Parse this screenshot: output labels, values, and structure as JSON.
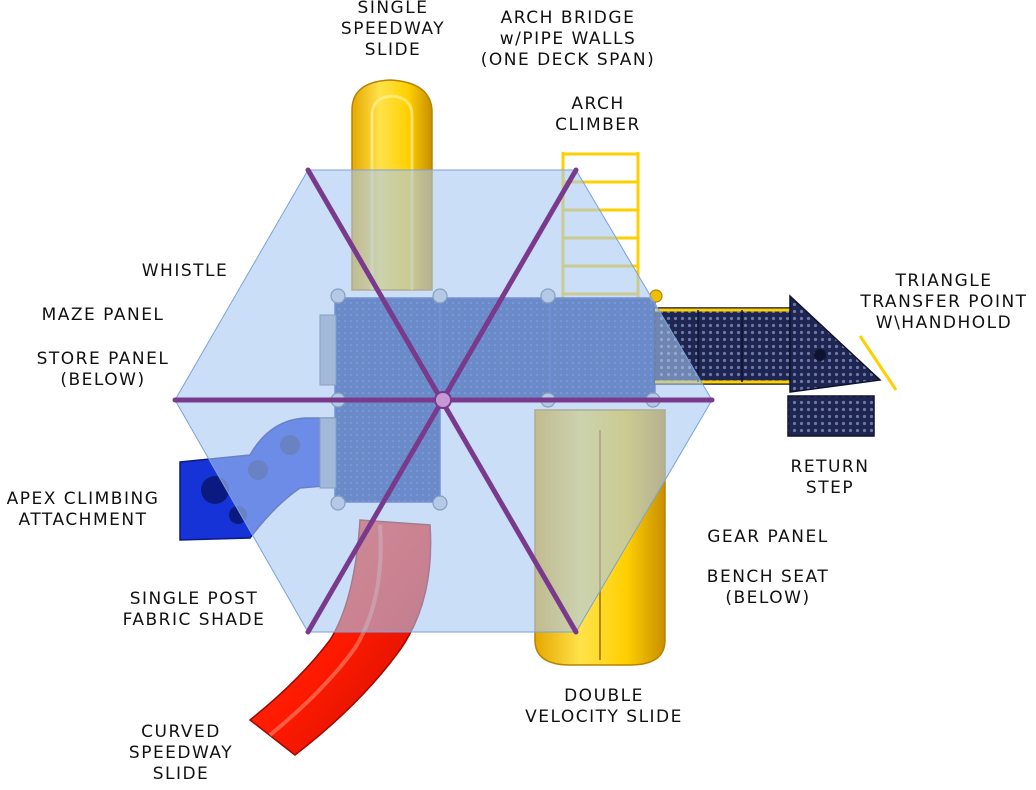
{
  "title": "",
  "colors": {
    "deck": "#0f2d8a",
    "deck_edge": "#2a3fb0",
    "yellow_slide": "#ffd000",
    "yellow_shade": "#d19a00",
    "red_slide": "#ff1a00",
    "blue_climber": "#1533d6",
    "shade_fill": "#a9c8f2",
    "shade_post": "#7a3a8c",
    "transfer_panel": "#1d2550",
    "post_gray": "#9aa4b3"
  },
  "components": [
    {
      "id": "single-speedway-slide",
      "lines": [
        "SINGLE",
        "SPEEDWAY",
        "SLIDE"
      ]
    },
    {
      "id": "arch-bridge",
      "lines": [
        "ARCH BRIDGE",
        "w/PIPE WALLS",
        "(ONE DECK SPAN)"
      ]
    },
    {
      "id": "arch-climber",
      "lines": [
        "ARCH",
        "CLIMBER"
      ]
    },
    {
      "id": "whistle",
      "lines": [
        "WHISTLE"
      ]
    },
    {
      "id": "maze-panel",
      "lines": [
        "MAZE PANEL"
      ]
    },
    {
      "id": "store-panel",
      "lines": [
        "STORE PANEL",
        "(BELOW)"
      ]
    },
    {
      "id": "triangle-transfer-point",
      "lines": [
        "TRIANGLE",
        "TRANSFER POINT",
        "W\\HANDHOLD"
      ]
    },
    {
      "id": "return-step",
      "lines": [
        "RETURN",
        "STEP"
      ]
    },
    {
      "id": "apex-climbing-attachment",
      "lines": [
        "APEX CLIMBING",
        "ATTACHMENT"
      ]
    },
    {
      "id": "gear-panel",
      "lines": [
        "GEAR PANEL"
      ]
    },
    {
      "id": "bench-seat",
      "lines": [
        "BENCH SEAT",
        "(BELOW)"
      ]
    },
    {
      "id": "single-post-fabric-shade",
      "lines": [
        "SINGLE POST",
        "FABRIC SHADE"
      ]
    },
    {
      "id": "double-velocity-slide",
      "lines": [
        "DOUBLE",
        "VELOCITY SLIDE"
      ]
    },
    {
      "id": "curved-speedway-slide",
      "lines": [
        "CURVED",
        "SPEEDWAY",
        "SLIDE"
      ]
    }
  ]
}
